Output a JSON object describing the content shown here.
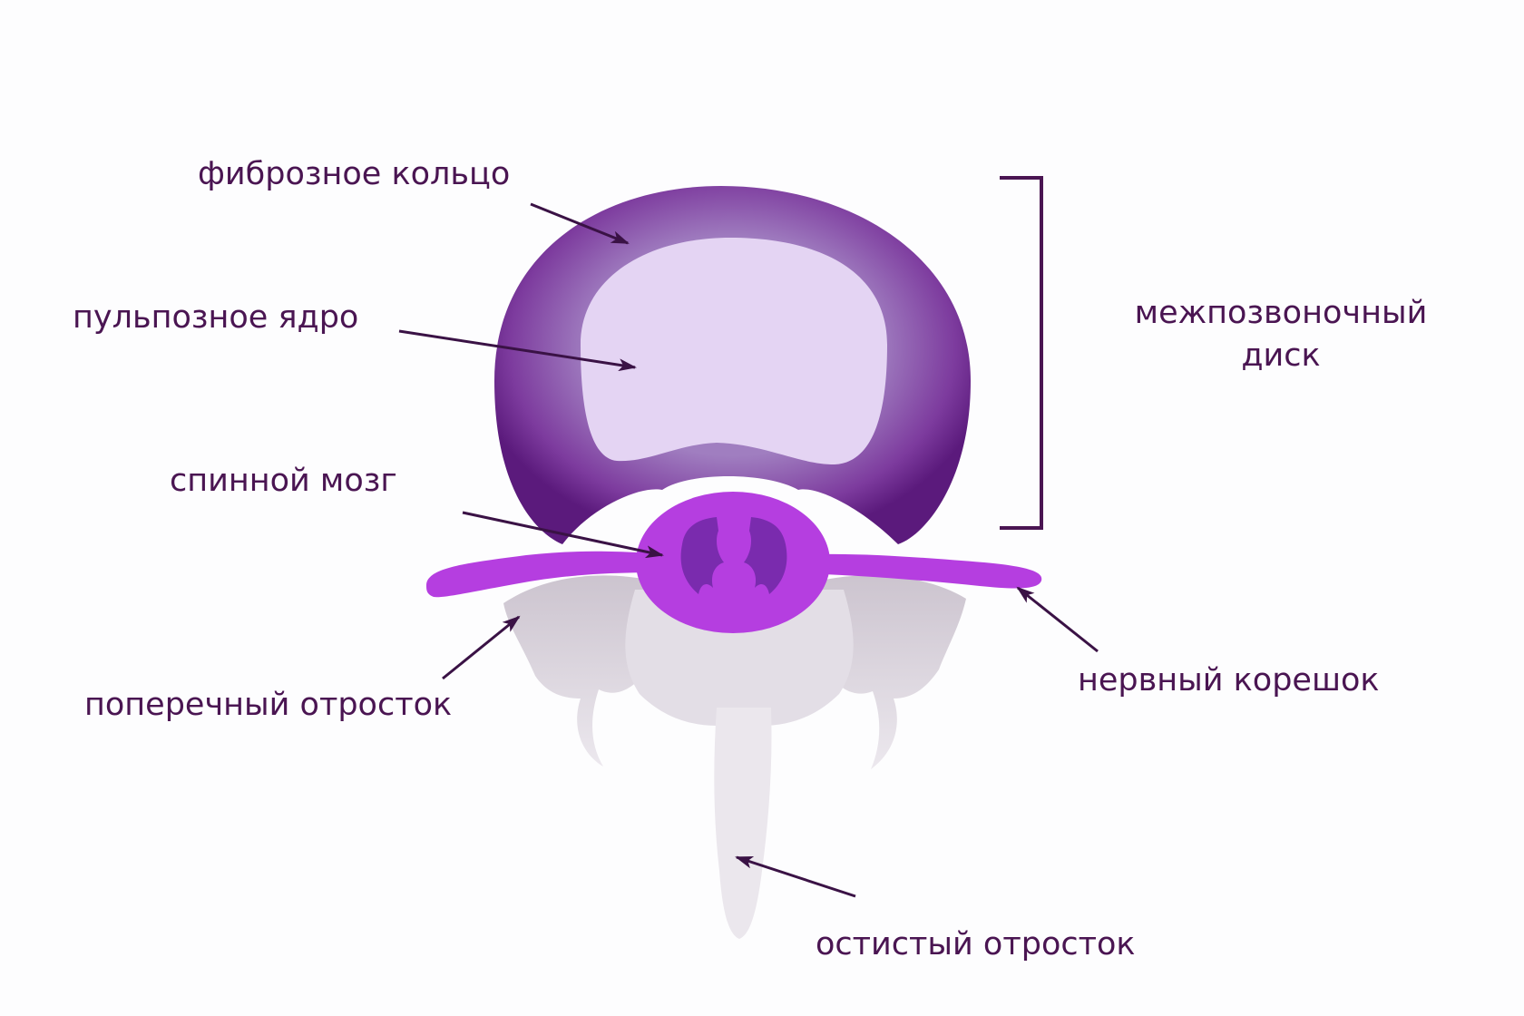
{
  "labels": {
    "annulus": "фиброзное кольцо",
    "nucleus": "пульпозное ядро",
    "spinal_cord": "спинной мозг",
    "transverse_process": "поперечный отросток",
    "disc_line1": "межпозвоночный",
    "disc_line2": "диск",
    "nerve_root": "нервный корешок",
    "spinous_process": "остистый отросток"
  },
  "colors": {
    "label_text": "#4a1552",
    "arrow": "#3a1245",
    "annulus_outer": "#6a1f8a",
    "annulus_inner": "#9a68b8",
    "nucleus": "#e4d4f3",
    "spinal_cord": "#b53ee0",
    "nerve_root": "#b53ee0",
    "grey_matter": "#7a2bae",
    "bone": "#d9d3dc"
  }
}
